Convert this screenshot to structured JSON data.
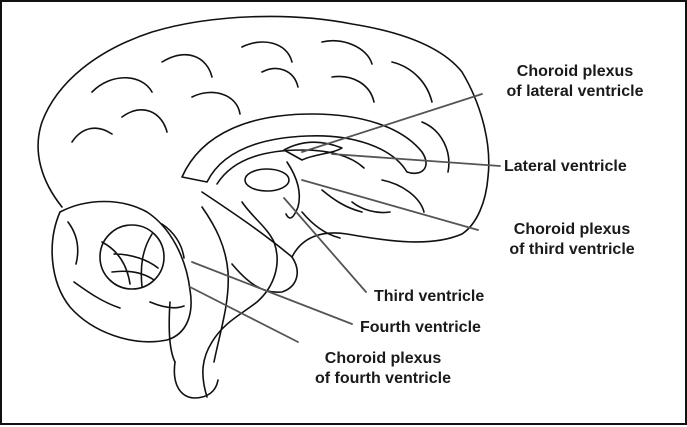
{
  "labels": {
    "choroid_lateral": {
      "line1": "Choroid plexus",
      "line2": "of lateral ventricle"
    },
    "lateral_ventricle": "Lateral ventricle",
    "choroid_third": {
      "line1": "Choroid plexus",
      "line2": "of third ventricle"
    },
    "third_ventricle": "Third ventricle",
    "fourth_ventricle": "Fourth ventricle",
    "choroid_fourth": {
      "line1": "Choroid plexus",
      "line2": "of fourth ventricle"
    }
  },
  "colors": {
    "ink": "#1a1a1a",
    "leader": "#555555",
    "background": "#ffffff"
  }
}
